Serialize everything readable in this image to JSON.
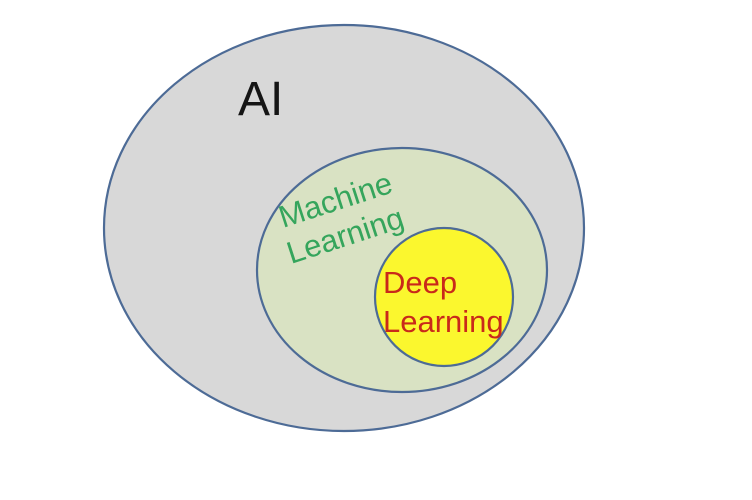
{
  "diagram": {
    "type": "euler-venn-nested",
    "background": "#ffffff",
    "outline_color": "#4d6b96",
    "sets": [
      {
        "id": "ai",
        "label": "AI",
        "fill": "#d8d8d8",
        "label_color": "#151515",
        "parent": null
      },
      {
        "id": "machine-learning",
        "label_line1": "Machine",
        "label_line2": "Learning",
        "fill": "#d9e2c3",
        "label_color": "#35a55c",
        "parent": "ai"
      },
      {
        "id": "deep-learning",
        "label_line1": "Deep",
        "label_line2": "Learning",
        "fill": "#fbf72e",
        "label_color": "#c9291a",
        "parent": "machine-learning"
      }
    ]
  }
}
